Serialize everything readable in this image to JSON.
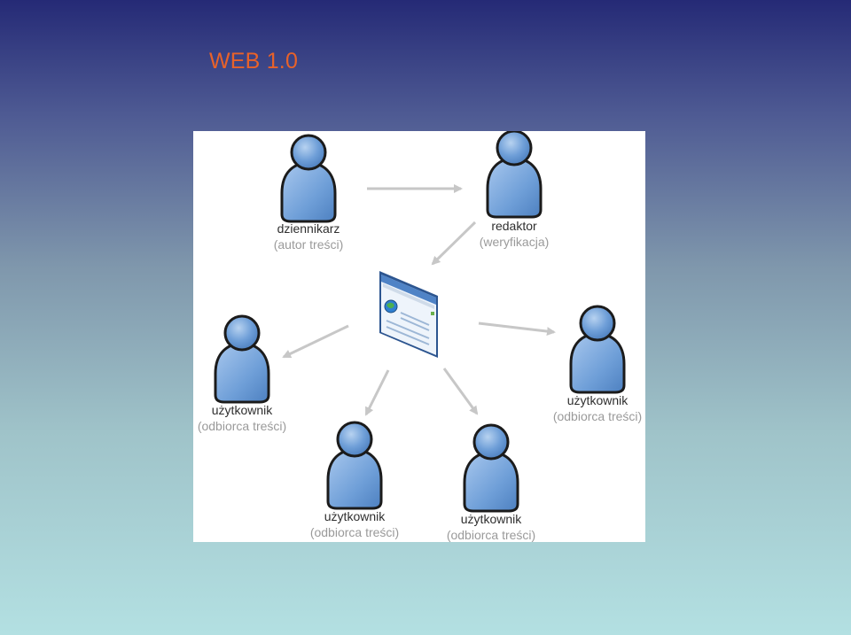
{
  "title": "WEB 1.0",
  "colors": {
    "title": "#e8622a",
    "person_fill": "#6f9fd8",
    "arrow": "#c7c7c7",
    "role_text": "#2f2f2f",
    "desc_text": "#9a9a9a"
  },
  "nodes": {
    "journalist": {
      "role": "dziennikarz",
      "desc": "(autor treści)",
      "icon": "user-icon"
    },
    "editor": {
      "role": "redaktor",
      "desc": "(weryfikacja)",
      "icon": "user-icon"
    },
    "website": {
      "icon": "web-page-icon"
    },
    "user_left": {
      "role": "użytkownik",
      "desc": "(odbiorca treści)",
      "icon": "user-icon"
    },
    "user_right": {
      "role": "użytkownik",
      "desc": "(odbiorca treści)",
      "icon": "user-icon"
    },
    "user_bottom_left": {
      "role": "użytkownik",
      "desc": "(odbiorca treści)",
      "icon": "user-icon"
    },
    "user_bottom_right": {
      "role": "użytkownik",
      "desc": "(odbiorca treści)",
      "icon": "user-icon"
    }
  },
  "edges": [
    {
      "from": "journalist",
      "to": "editor"
    },
    {
      "from": "editor",
      "to": "website"
    },
    {
      "from": "website",
      "to": "user_left"
    },
    {
      "from": "website",
      "to": "user_right"
    },
    {
      "from": "website",
      "to": "user_bottom_left"
    },
    {
      "from": "website",
      "to": "user_bottom_right"
    }
  ]
}
